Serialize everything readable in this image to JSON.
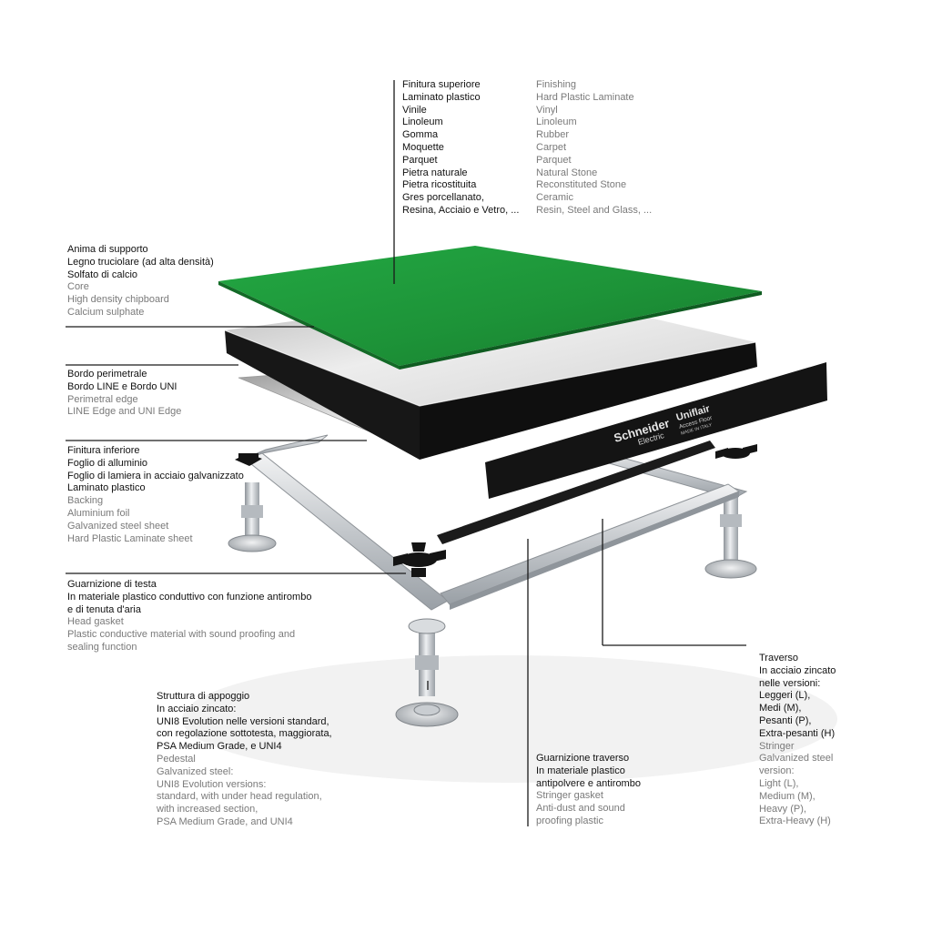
{
  "brand": {
    "name": "Schneider",
    "sub": "Electric",
    "product": "Uniflair",
    "tagline": "Access Floor",
    "origin": "MADE IN ITALY"
  },
  "colors": {
    "finish_green": "#1f9a3a",
    "edge_black": "#141414",
    "steel": "#c8ccd0",
    "text_it": "#111111",
    "text_en": "#7a7a7a"
  },
  "labels": {
    "finishing": {
      "it": [
        "Finitura superiore",
        "Laminato plastico",
        "Vinile",
        "Linoleum",
        "Gomma",
        "Moquette",
        "Parquet",
        "Pietra naturale",
        "Pietra ricostituita",
        "Gres porcellanato,",
        "Resina, Acciaio e Vetro, ..."
      ],
      "en": [
        "Finishing",
        "Hard Plastic Laminate",
        "Vinyl",
        "Linoleum",
        "Rubber",
        "Carpet",
        "Parquet",
        "Natural Stone",
        "Reconstituted Stone",
        "Ceramic",
        "Resin, Steel and Glass, ..."
      ]
    },
    "core": {
      "it": [
        "Anima di supporto",
        "Legno truciolare (ad alta densità)",
        "Solfato di calcio"
      ],
      "en": [
        "Core",
        "High density chipboard",
        "Calcium sulphate"
      ]
    },
    "edge": {
      "it": [
        "Bordo perimetrale",
        "Bordo LINE e Bordo UNI"
      ],
      "en": [
        "Perimetral edge",
        "LINE Edge and UNI Edge"
      ]
    },
    "backing": {
      "it": [
        "Finitura inferiore",
        "Foglio di alluminio",
        "Foglio di lamiera in acciaio galvanizzato",
        "Laminato plastico"
      ],
      "en": [
        "Backing",
        "Aluminium foil",
        "Galvanized steel sheet",
        "Hard Plastic Laminate sheet"
      ]
    },
    "head_gasket": {
      "it": [
        "Guarnizione di testa",
        "In materiale plastico conduttivo con funzione antirombo",
        "e di tenuta d'aria"
      ],
      "en": [
        "Head gasket",
        "Plastic conductive material with sound proofing and",
        "sealing function"
      ]
    },
    "pedestal": {
      "it": [
        "Struttura di appoggio",
        "In acciaio zincato:",
        "UNI8 Evolution nelle versioni standard,",
        "con regolazione sottotesta, maggiorata,",
        "PSA Medium Grade, e UNI4"
      ],
      "en": [
        "Pedestal",
        "Galvanized steel:",
        "UNI8 Evolution versions:",
        "standard, with under head regulation,",
        "with increased section,",
        "PSA Medium Grade, and UNI4"
      ]
    },
    "stringer_gasket": {
      "it": [
        "Guarnizione traverso",
        "In materiale plastico",
        "antipolvere e antirombo"
      ],
      "en": [
        "Stringer gasket",
        "Anti-dust and sound",
        "proofing plastic"
      ]
    },
    "stringer": {
      "it": [
        "Traverso",
        "In acciaio zincato",
        "nelle versioni:",
        "Leggeri (L),",
        "Medi (M),",
        "Pesanti (P),",
        "Extra-pesanti (H)"
      ],
      "en": [
        "Stringer",
        "Galvanized steel",
        "version:",
        "Light (L),",
        "Medium (M),",
        "Heavy (P),",
        "Extra-Heavy (H)"
      ]
    }
  }
}
